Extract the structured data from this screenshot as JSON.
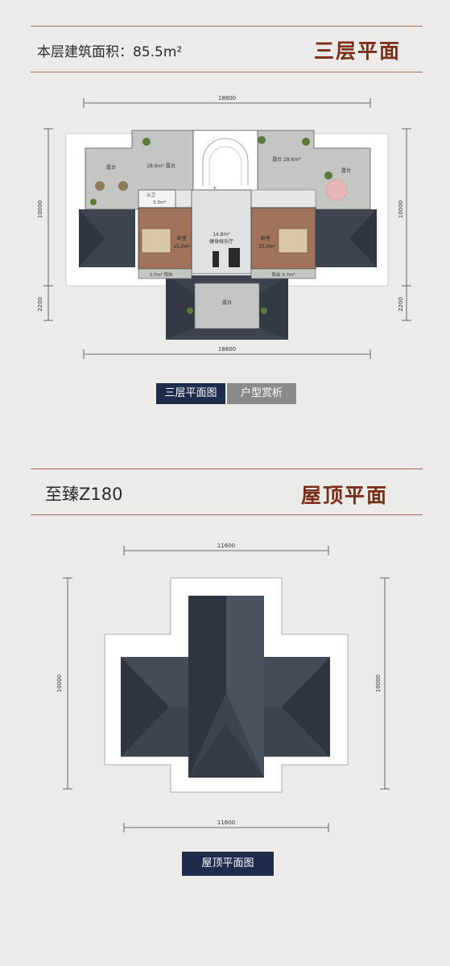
{
  "floor3": {
    "area_label": "本层建筑面积：85.5m²",
    "title": "三层平面",
    "plan": {
      "dim_top": "18800",
      "dim_bottom": "18800",
      "dim_left_main": "10000",
      "dim_left_lower": "2200",
      "dim_right_main": "10000",
      "dim_right_lower": "2200",
      "terrace_left": "露台",
      "terrace_left_area": "28.6m² 露台",
      "terrace_right": "露台",
      "terrace_right_area": "露台 28.6m²",
      "terrace_far_right": "露台",
      "toilet": "公卫",
      "toilet_area": "3.3m²",
      "bedroom_left": "卧室",
      "bedroom_left_area": "15.0m²",
      "bedroom_right": "卧室",
      "bedroom_right_area": "15.0m²",
      "gym_area": "14.8m²",
      "gym": "健身娱乐厅",
      "balcony_left": "3.7m² 阳台",
      "balcony_right": "阳台 3.7m²",
      "terrace_bottom": "露台",
      "stair_mark": "下"
    },
    "buttons": {
      "active": "三层平面图",
      "inactive": "户型赏析"
    }
  },
  "roof": {
    "model": "至臻Z180",
    "title": "屋顶平面",
    "plan": {
      "dim_top": "11600",
      "dim_bottom": "11600",
      "dim_left": "10000",
      "dim_right": "10000"
    },
    "button": "屋顶平面图"
  },
  "colors": {
    "accent": "#7a2e1a",
    "rule": "#a07358",
    "button_navy": "#1d2b4c",
    "button_gray": "#8a8a8a",
    "roof": "#3d4450",
    "terrace": "#c4c6c3",
    "room_floor": "#a0735a"
  }
}
